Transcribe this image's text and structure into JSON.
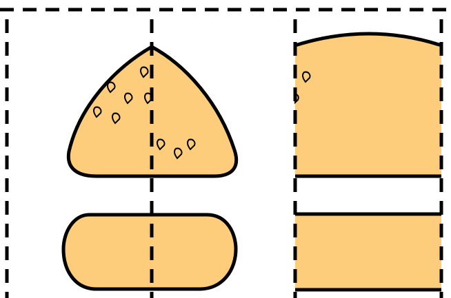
{
  "colors": {
    "bun": "#FDCD7C",
    "outline": "#000000",
    "seed_fill": "#FDCD7C",
    "seed_stroke": "#000000",
    "background": "#FFFFFF"
  },
  "pieces": [
    {
      "id": "bun-top-whole"
    },
    {
      "id": "bun-bottom-whole"
    },
    {
      "id": "bun-top-cut-half"
    },
    {
      "id": "bun-bottom-cut-half"
    }
  ]
}
